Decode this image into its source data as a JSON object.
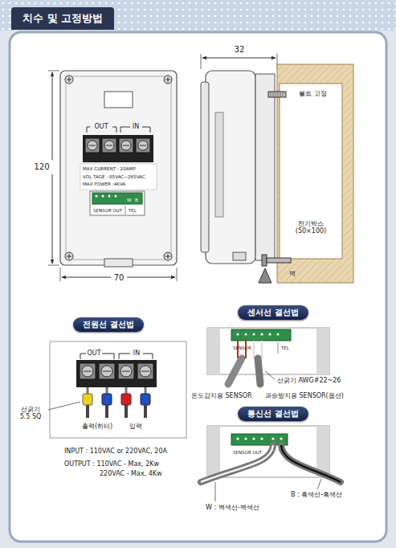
{
  "diagram": {
    "title": "치수 및 고정방법",
    "nodes": [
      {
        "text": [
          "전원선 결선법"
        ]
      },
      {
        "text": [
          "센서선 결선법"
        ]
      },
      {
        "text": [
          "통신선 결선법"
        ]
      }
    ],
    "labels": [
      "OUT",
      "IN",
      "MAX  CURRENT : 20AMP",
      "VOL TAGE : 85VAC~265VAC",
      "MAX POWER :4KVA",
      "W",
      "B",
      "SENSOR OUT",
      "TEL",
      "120",
      "70",
      "32",
      "볼트 고정",
      "전기박스 (50×100)",
      "벽",
      "OUT",
      "IN",
      "선굵기 5.5 SQ",
      "출력(히터)",
      "입력",
      "INPUT : 110VAC or 220VAC, 20A",
      "OUTPUT : 110VAC - Max, 2Kw",
      "220VAC - Max, 4Kw",
      "SENSOR",
      "TEL",
      "선굵기  AWG#22~26",
      "온도감지용 SENSOR",
      "과승방지용 SENSOR(옵션)",
      "SENSOR OUT",
      "W : 백색선-백색선",
      "B : 흑색선-흑색선"
    ]
  }
}
